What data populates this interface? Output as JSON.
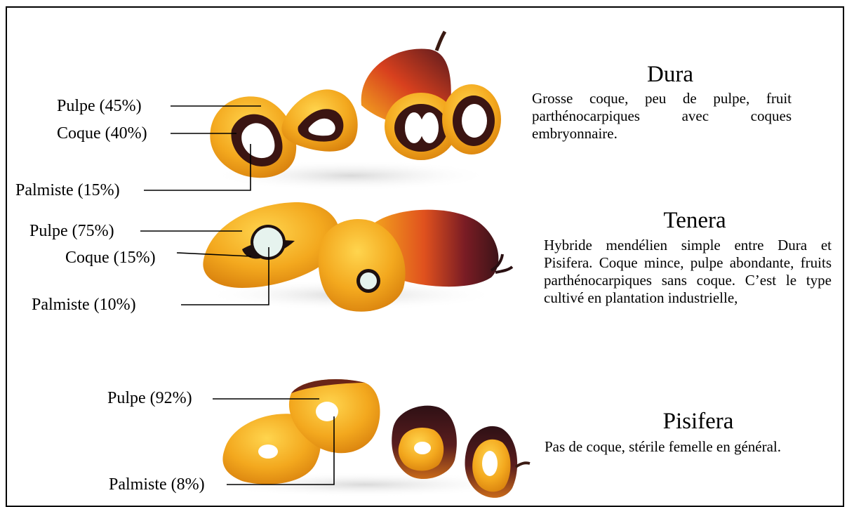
{
  "varieties": [
    {
      "name": "Dura",
      "description": "Grosse coque, peu de pulpe, fruit parthénocarpiques avec coques embryonnaire.",
      "labels": {
        "pulpe": "Pulpe (45%)",
        "coque": "Coque (40%)",
        "palmiste": "Palmiste (15%)"
      }
    },
    {
      "name": "Tenera",
      "description": "Hybride mendélien simple entre Dura et Pisifera. Coque mince, pulpe abondante, fruits parthénocarpiques sans coque. C’est le type cultivé en plantation industrielle,",
      "labels": {
        "pulpe": "Pulpe (75%)",
        "coque": "Coque (15%)",
        "palmiste": "Palmiste (10%)"
      }
    },
    {
      "name": "Pisifera",
      "description": "Pas de coque, stérile femelle en général.",
      "labels": {
        "pulpe": "Pulpe (92%)",
        "palmiste": "Palmiste (8%)"
      }
    }
  ],
  "colors": {
    "pulp": "#f2a51c",
    "pulp_light": "#ffd24a",
    "shell": "#3b1512",
    "kernel": "#ffffff",
    "kernel_tenera": "#e6f3ee",
    "skin_dark": "#4a1a22",
    "skin_red": "#c8322a",
    "leader_line": "#000000"
  }
}
